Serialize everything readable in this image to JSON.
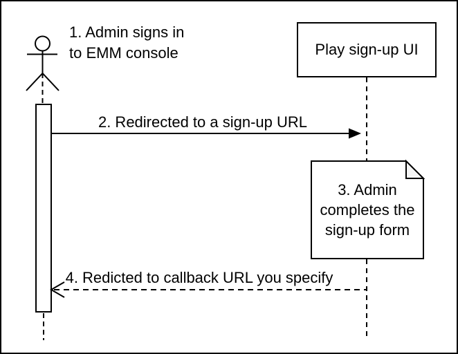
{
  "diagram": {
    "type": "sequence-diagram",
    "participant": {
      "label": "Play sign-up UI"
    },
    "messages": {
      "step1": {
        "line1": "1. Admin signs in",
        "line2": "to EMM console"
      },
      "step2": {
        "label": "2. Redirected to a sign-up URL"
      },
      "note": {
        "line1": "3. Admin",
        "line2": "completes the",
        "line3": "sign-up form"
      },
      "step4": {
        "label": "4. Redicted to callback URL you specify"
      }
    },
    "colors": {
      "stroke": "#000000",
      "background": "#ffffff",
      "note_fill": "#ffffff",
      "note_fold_fill": "#f5f5f5"
    }
  }
}
